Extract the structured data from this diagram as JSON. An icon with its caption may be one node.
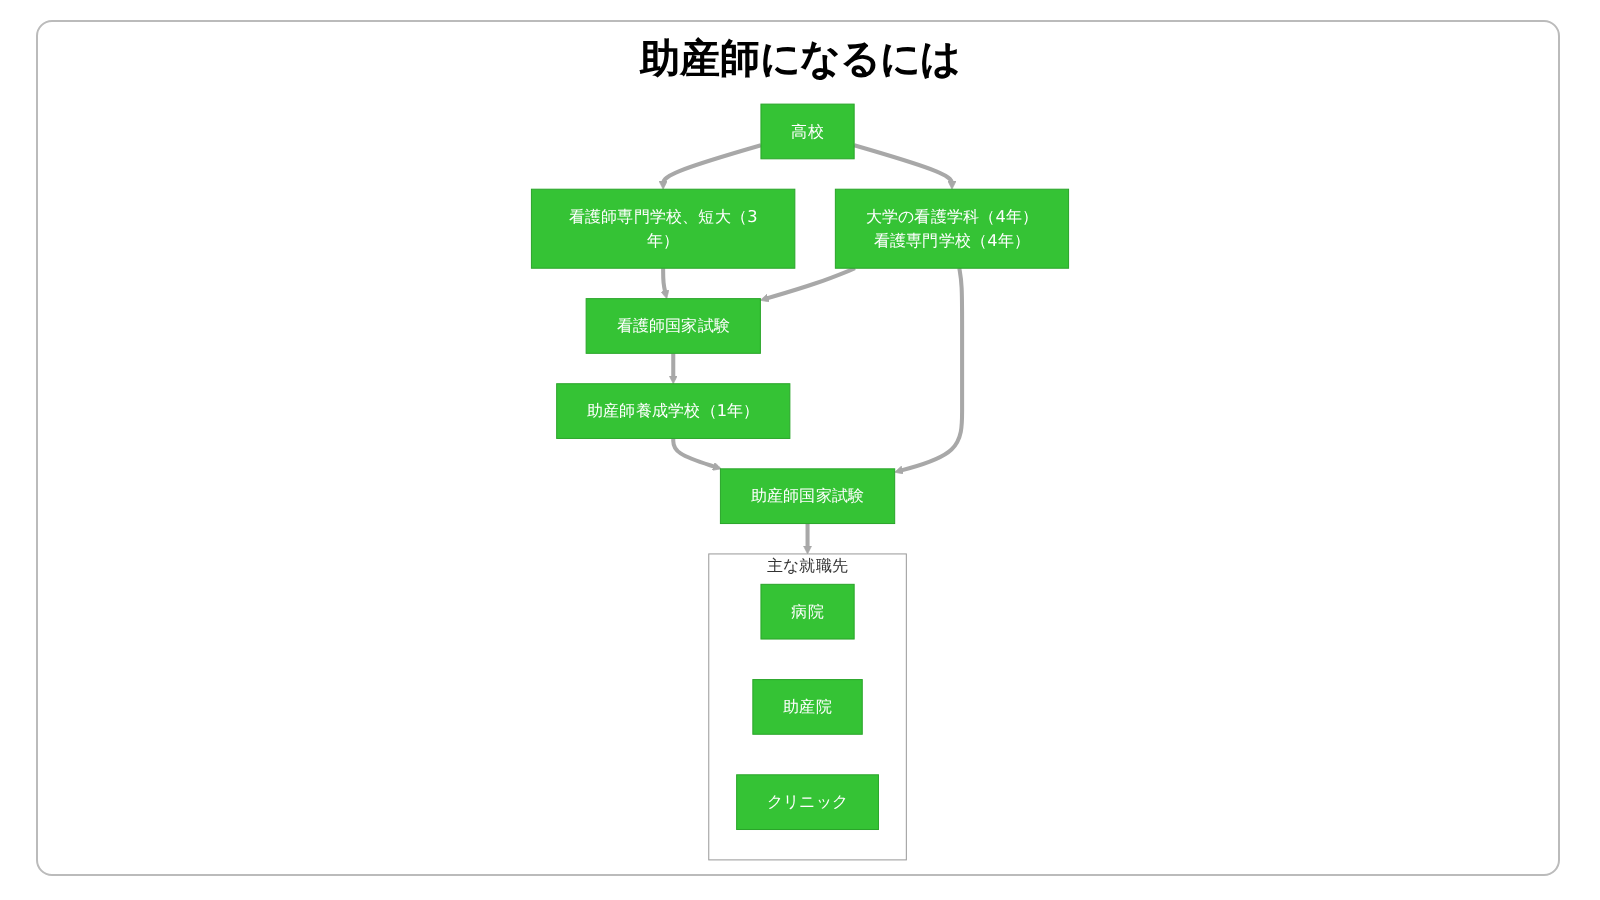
{
  "diagram": {
    "title": "助産師になるには",
    "nodes": [
      {
        "text": [
          "高校"
        ]
      },
      {
        "text": [
          "看護師専門学校、短大（3年）"
        ]
      },
      {
        "text": [
          "大学の看護学科（4年）",
          "看護専門学校（4年）"
        ]
      },
      {
        "text": [
          "看護師国家試験"
        ]
      },
      {
        "text": [
          "助産師養成学校（1年）"
        ]
      },
      {
        "text": [
          "助産師国家試験"
        ]
      },
      {
        "text": [
          "主な就職先"
        ]
      },
      {
        "text": [
          "病院"
        ],
        "in": 6
      },
      {
        "text": [
          "助産院"
        ],
        "in": 6
      },
      {
        "text": [
          "クリニック"
        ],
        "in": 6
      }
    ],
    "edges": [
      {
        "from": 0,
        "to": 1,
        "arrow": "to"
      },
      {
        "from": 0,
        "to": 2,
        "arrow": "to"
      },
      {
        "from": 1,
        "to": 3,
        "arrow": "to"
      },
      {
        "from": 2,
        "to": 3,
        "arrow": "to"
      },
      {
        "from": 3,
        "to": 4,
        "arrow": "to"
      },
      {
        "from": 4,
        "to": 5,
        "arrow": "to"
      },
      {
        "from": 2,
        "to": 5,
        "arrow": "to"
      },
      {
        "from": 5,
        "to": 6,
        "arrow": "to"
      }
    ]
  }
}
